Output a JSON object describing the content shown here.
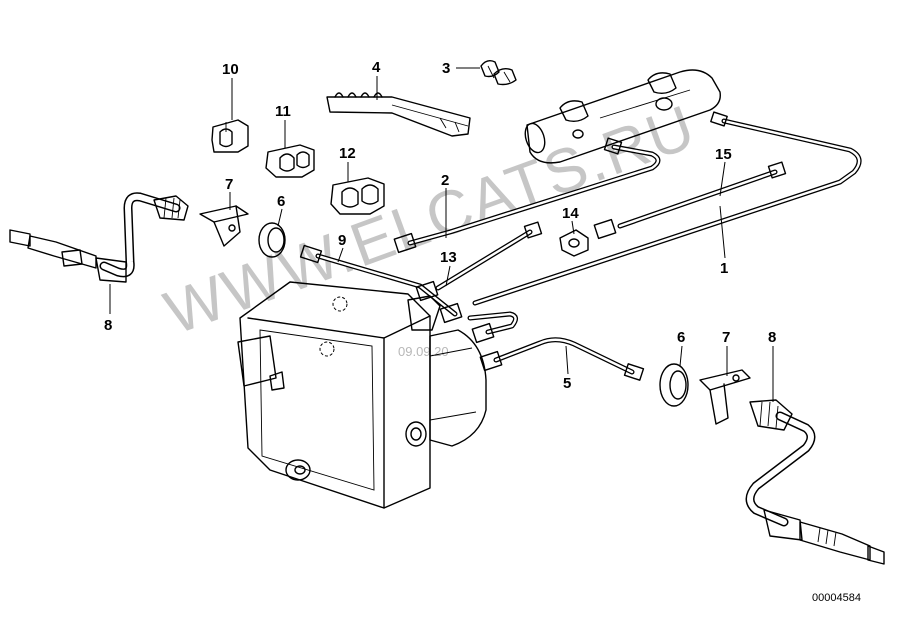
{
  "diagram": {
    "watermark": "WWW.ELCATS.RU",
    "watermark_date": "09.09.20",
    "figure_number": "00004584",
    "callouts": [
      {
        "id": "c10",
        "label": "10"
      },
      {
        "id": "c4",
        "label": "4"
      },
      {
        "id": "c3",
        "label": "3"
      },
      {
        "id": "c11",
        "label": "11"
      },
      {
        "id": "c12",
        "label": "12"
      },
      {
        "id": "c7a",
        "label": "7"
      },
      {
        "id": "c6a",
        "label": "6"
      },
      {
        "id": "c9",
        "label": "9"
      },
      {
        "id": "c2",
        "label": "2"
      },
      {
        "id": "c14",
        "label": "14"
      },
      {
        "id": "c15",
        "label": "15"
      },
      {
        "id": "c13",
        "label": "13"
      },
      {
        "id": "c1",
        "label": "1"
      },
      {
        "id": "c8a",
        "label": "8"
      },
      {
        "id": "c5",
        "label": "5"
      },
      {
        "id": "c6b",
        "label": "6"
      },
      {
        "id": "c7b",
        "label": "7"
      },
      {
        "id": "c8b",
        "label": "8"
      }
    ]
  }
}
